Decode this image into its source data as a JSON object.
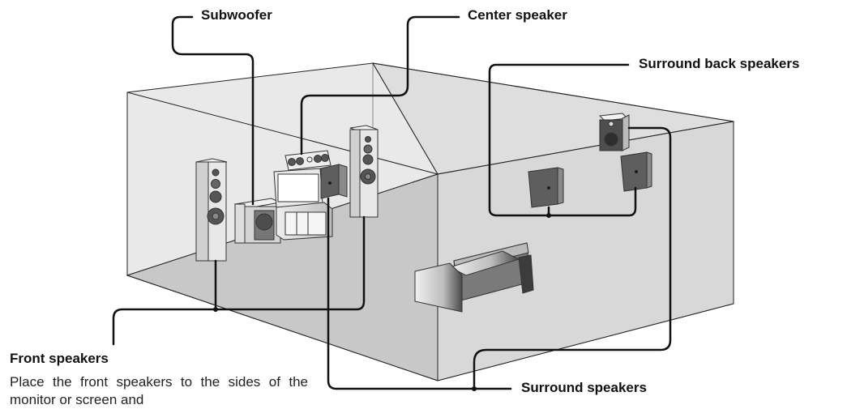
{
  "labels": {
    "subwoofer": "Subwoofer",
    "center": "Center speaker",
    "surround_back": "Surround back speakers",
    "front": "Front speakers",
    "surround": "Surround speakers"
  },
  "description": "Place the front speakers to the sides of the monitor or screen and",
  "colors": {
    "wall": "#e4e4e4",
    "floor": "#cacaca",
    "outline": "#222222",
    "cabinet": "#d9d9d9",
    "cabinet_dark": "#5e5e5e",
    "leader": "#111111"
  }
}
